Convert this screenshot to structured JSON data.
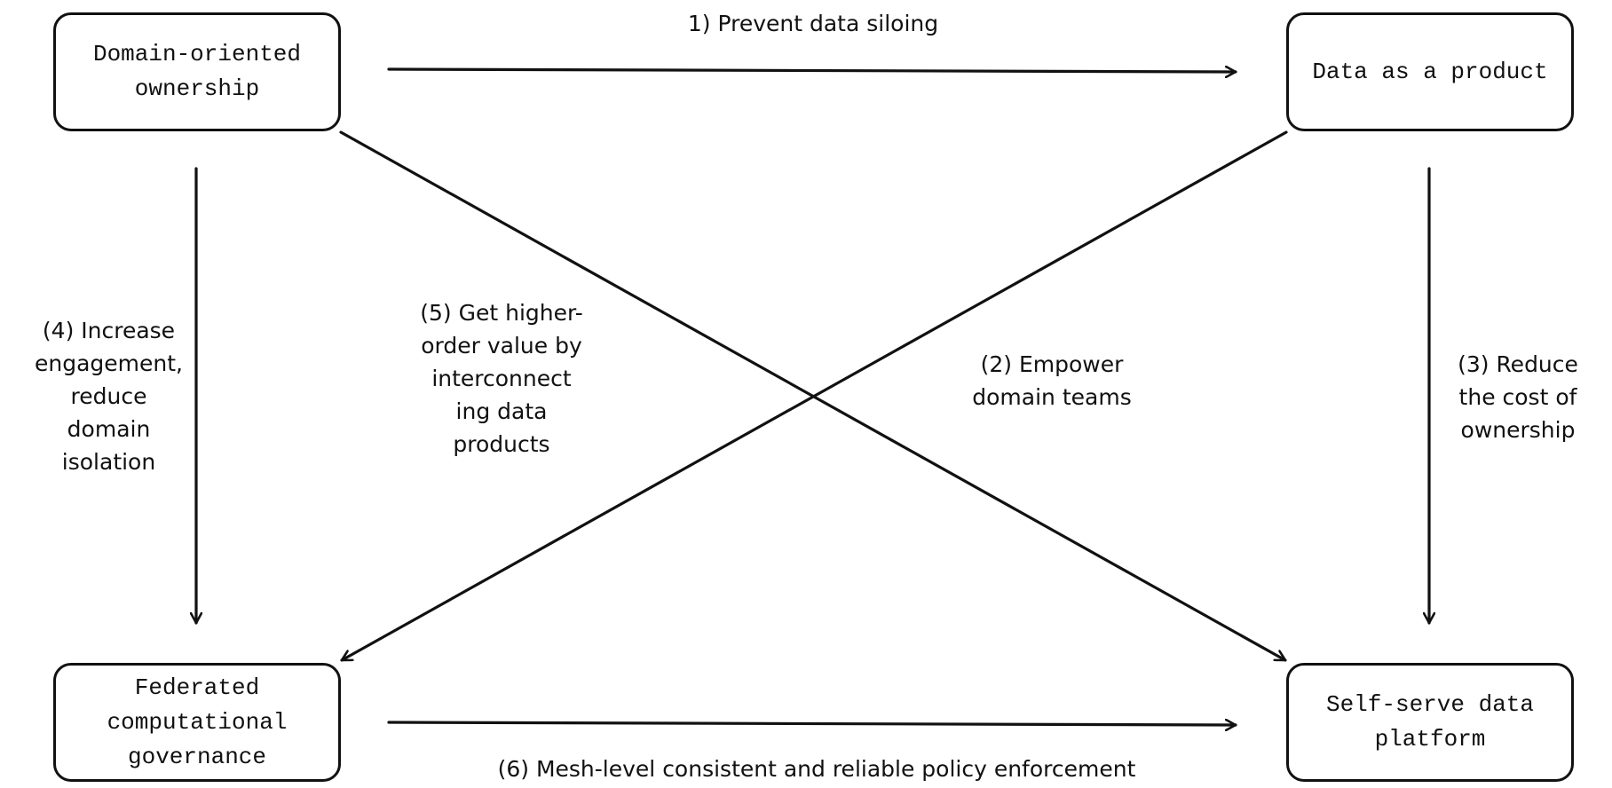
{
  "nodes": {
    "domain_ownership": "Domain-oriented ownership",
    "data_product": "Data as a product",
    "federated_governance": "Federated computational governance",
    "self_serve_platform": "Self-serve data platform"
  },
  "edges": {
    "prevent_siloing": "1) Prevent data siloing",
    "empower_teams": "(2) Empower domain teams",
    "reduce_cost": "(3) Reduce the cost of ownership",
    "increase_engagement": "(4) Increase engagement, reduce domain isolation",
    "higher_order_value": "(5) Get higher-order value by interconnect ing data products",
    "policy_enforcement": "(6) Mesh-level consistent and reliable policy enforcement"
  },
  "colors": {
    "stroke": "#111111",
    "background": "#ffffff"
  }
}
